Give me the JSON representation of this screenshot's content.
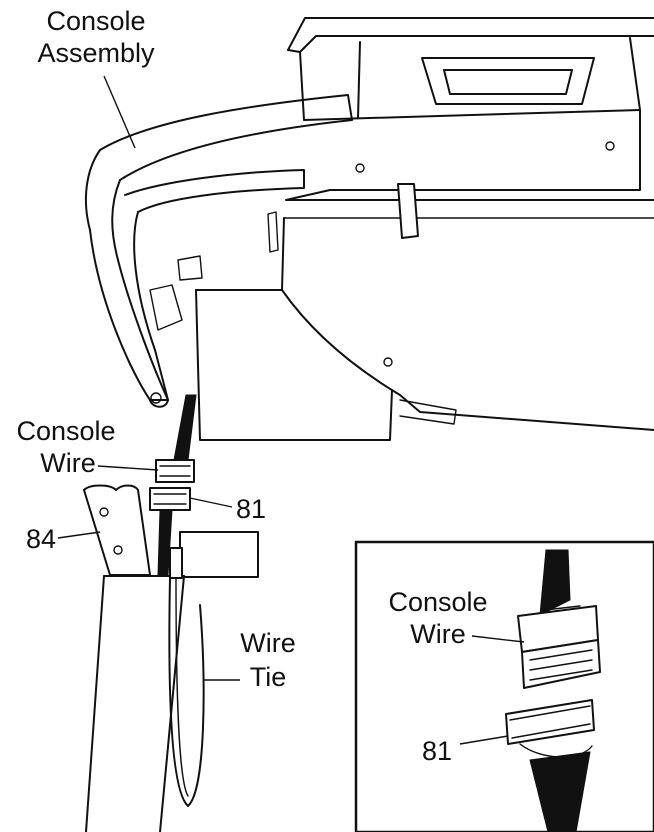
{
  "labels": {
    "console_assembly_line1": "Console",
    "console_assembly_line2": "Assembly",
    "console_wire_line1": "Console",
    "console_wire_line2": "Wire",
    "part_81": "81",
    "part_84": "84",
    "wire_tie_line1": "Wire",
    "wire_tie_line2": "Tie",
    "inset_console_wire_line1": "Console",
    "inset_console_wire_line2": "Wire",
    "inset_part_81": "81"
  }
}
